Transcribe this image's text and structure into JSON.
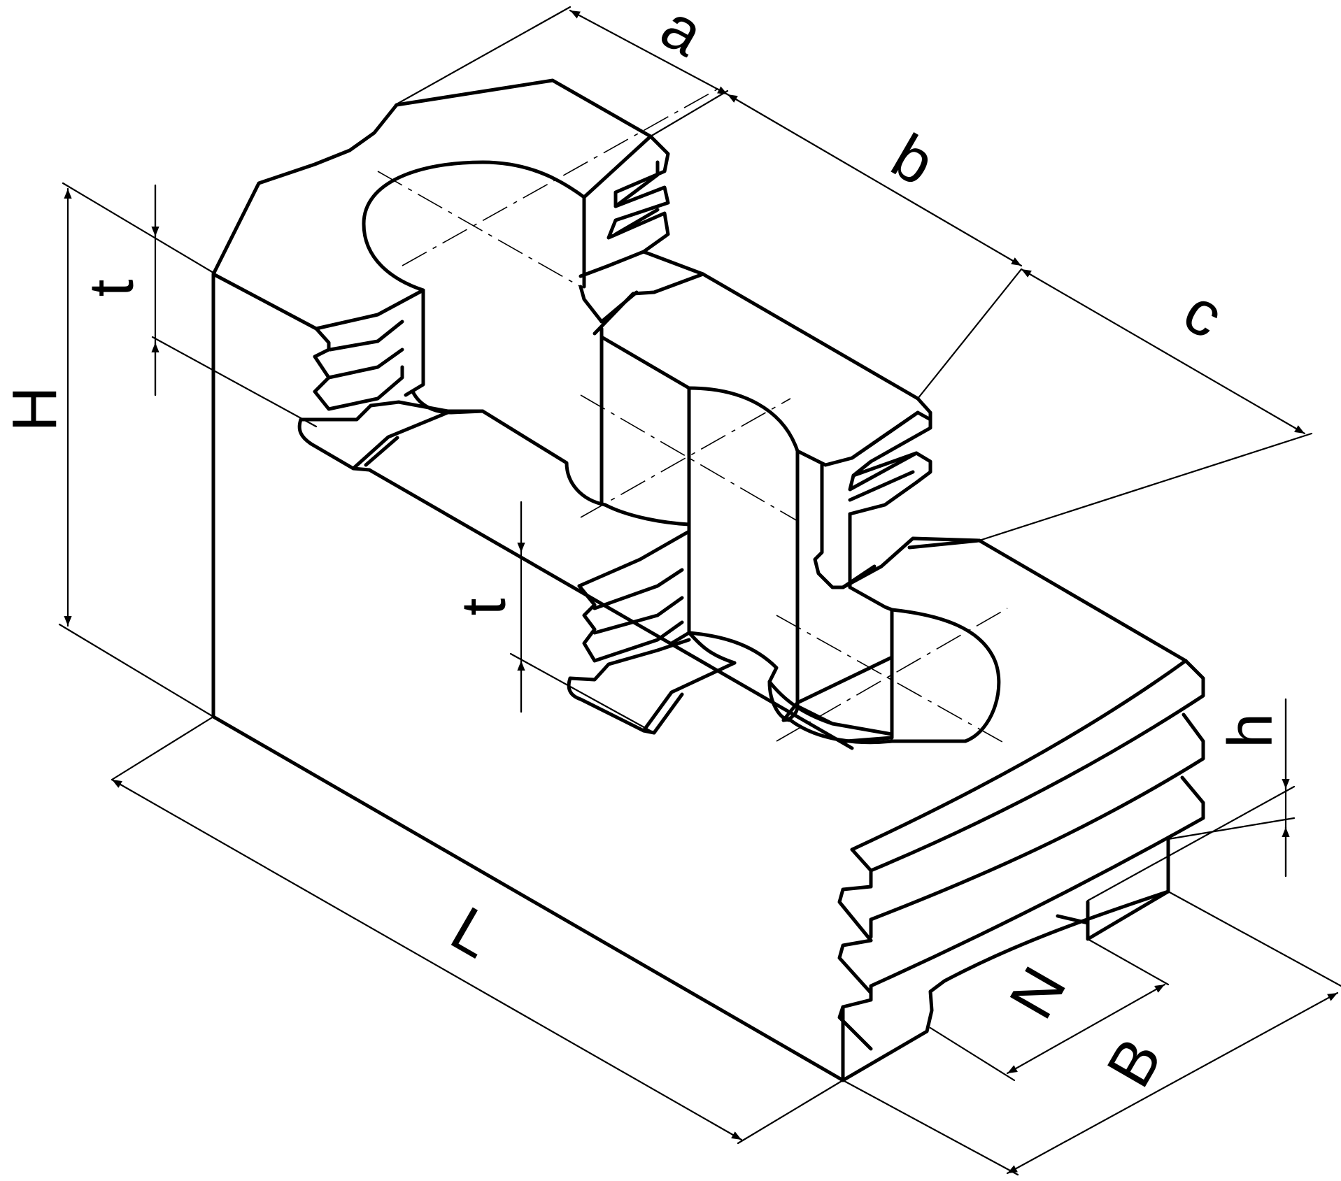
{
  "diagram": {
    "colors": {
      "line": "#000000",
      "background": "#ffffff"
    },
    "dimensions": {
      "a": "a",
      "b": "b",
      "c": "c",
      "H": "H",
      "t_upper": "t",
      "t_lower": "t",
      "L": "L",
      "N": "N",
      "B": "B",
      "h": "h"
    }
  }
}
